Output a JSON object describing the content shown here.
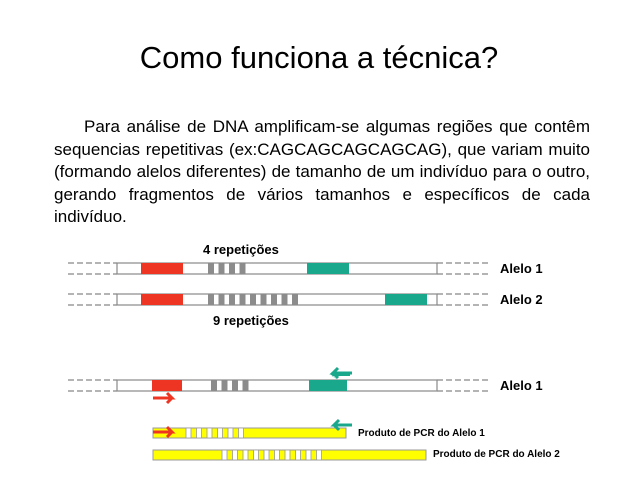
{
  "slide": {
    "title": "Como funciona a técnica?",
    "paragraph": "Para análise de DNA amplificam-se algumas regiões que contêm sequencias repetitivas (ex:CAGCAGCAGCAGCAG), que variam muito (formando alelos diferentes) de tamanho de um indivíduo para o outro, gerando fragmentos de vários tamanhos e específicos de cada indivíduo."
  },
  "diagram": {
    "label_4_repeats": "4 repetições",
    "label_9_repeats": "9 repetições",
    "allele1_label": "Alelo 1",
    "allele2_label": "Alelo 2",
    "allele1_pcr_label": "Alelo 1",
    "pcr_product_1": "Produto de PCR do Alelo 1",
    "pcr_product_2": "Produto de PCR do Alelo 2",
    "repeat_counts": {
      "allele1": 4,
      "allele2": 9
    },
    "colors": {
      "red_region": "#ee3524",
      "green_region": "#1aa88c",
      "repeat_block": "#8c8c8c",
      "pcr_product": "#ffff00",
      "line": "#888888"
    }
  }
}
